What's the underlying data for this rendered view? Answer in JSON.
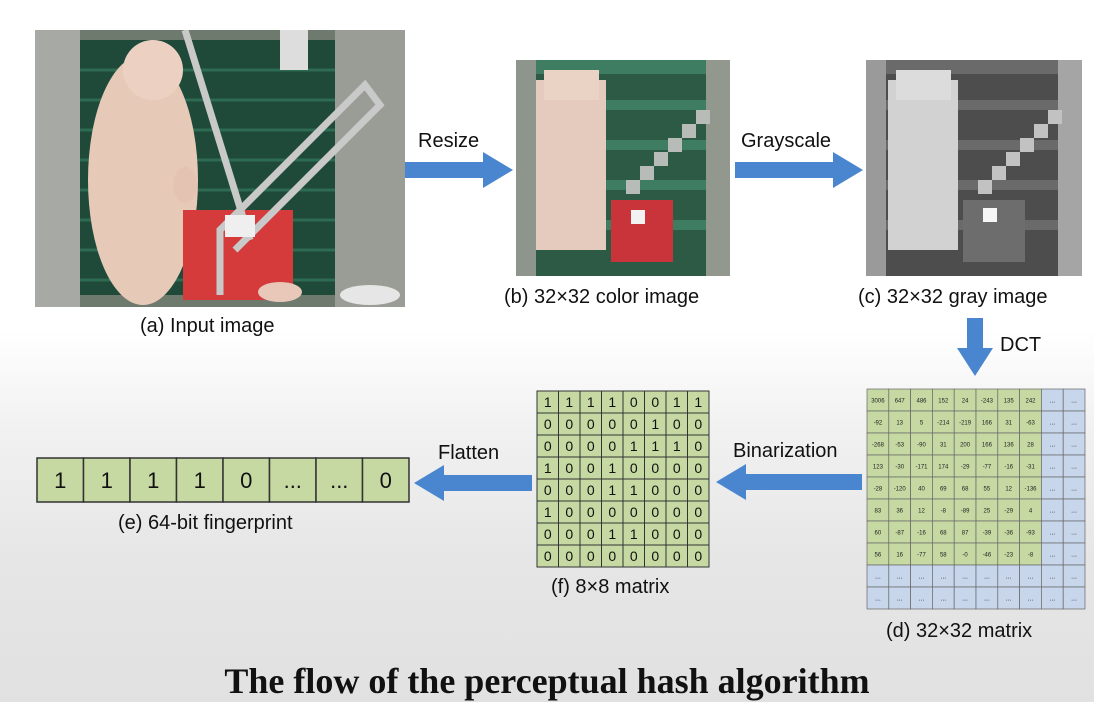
{
  "captions": {
    "input": "(a) Input image",
    "color32": "(b) 32×32 color image",
    "gray32": "(c) 32×32 gray image",
    "dct32": "(d) 32×32 matrix",
    "fingerprint": "(e) 64-bit fingerprint",
    "matrix8": "(f) 8×8 matrix"
  },
  "arrows": {
    "resize": "Resize",
    "grayscale": "Grayscale",
    "dct": "DCT",
    "binarization": "Binarization",
    "flatten": "Flatten"
  },
  "title": "The flow of the perceptual hash algorithm",
  "fingerprint_bits": [
    "1",
    "1",
    "1",
    "1",
    "0",
    "...",
    "...",
    "0"
  ],
  "binary_matrix": [
    [
      "1",
      "1",
      "1",
      "1",
      "0",
      "0",
      "1",
      "1"
    ],
    [
      "0",
      "0",
      "0",
      "0",
      "0",
      "1",
      "0",
      "0"
    ],
    [
      "0",
      "0",
      "0",
      "0",
      "1",
      "1",
      "1",
      "0"
    ],
    [
      "1",
      "0",
      "0",
      "1",
      "0",
      "0",
      "0",
      "0"
    ],
    [
      "0",
      "0",
      "0",
      "1",
      "1",
      "0",
      "0",
      "0"
    ],
    [
      "1",
      "0",
      "0",
      "0",
      "0",
      "0",
      "0",
      "0"
    ],
    [
      "0",
      "0",
      "0",
      "1",
      "1",
      "0",
      "0",
      "0"
    ],
    [
      "0",
      "0",
      "0",
      "0",
      "0",
      "0",
      "0",
      "0"
    ]
  ],
  "dct_matrix": [
    [
      "3006",
      "647",
      "486",
      "152",
      "24",
      "-243",
      "135",
      "242"
    ],
    [
      "-92",
      "13",
      "5",
      "-214",
      "-219",
      "166",
      "31",
      "-63"
    ],
    [
      "-268",
      "-53",
      "-90",
      "31",
      "200",
      "166",
      "136",
      "28"
    ],
    [
      "123",
      "-30",
      "-171",
      "174",
      "-29",
      "-77",
      "-16",
      "-31"
    ],
    [
      "-28",
      "-120",
      "40",
      "69",
      "68",
      "55",
      "12",
      "-136"
    ],
    [
      "83",
      "36",
      "12",
      "-8",
      "-89",
      "25",
      "-29",
      "4"
    ],
    [
      "60",
      "-87",
      "-16",
      "68",
      "87",
      "-39",
      "-36",
      "-93"
    ],
    [
      "56",
      "16",
      "-77",
      "58",
      "-0",
      "-46",
      "-23",
      "-8"
    ]
  ],
  "dct_ellipsis": "...",
  "colors": {
    "arrow": "#4a86cf",
    "green_cell": "#c6d9a3",
    "blue_cell": "#c7d6ea",
    "cell_border": "#333333"
  }
}
